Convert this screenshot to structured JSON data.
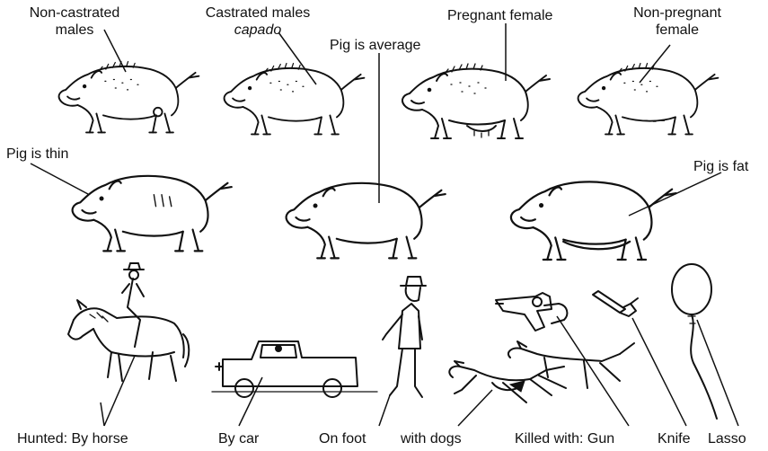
{
  "labels": {
    "non_castrated_line1": "Non-castrated",
    "non_castrated_line2": "males",
    "castrated_line1": "Castrated males",
    "castrated_line2": "capado",
    "pregnant": "Pregnant female",
    "non_pregnant_line1": "Non-pregnant",
    "non_pregnant_line2": "female",
    "pig_average": "Pig is average",
    "pig_thin": "Pig is thin",
    "pig_fat": "Pig is fat",
    "hunted_by_horse": "Hunted: By horse",
    "by_car": "By car",
    "on_foot": "On foot",
    "with_dogs": "with dogs",
    "killed_with_gun": "Killed with: Gun",
    "knife": "Knife",
    "lasso": "Lasso"
  },
  "icons": [
    "wild-pig-icon",
    "horse-rider-icon",
    "pickup-truck-icon",
    "walking-man-icon",
    "hunting-dogs-icon",
    "revolver-icon",
    "knife-icon",
    "lasso-icon"
  ]
}
